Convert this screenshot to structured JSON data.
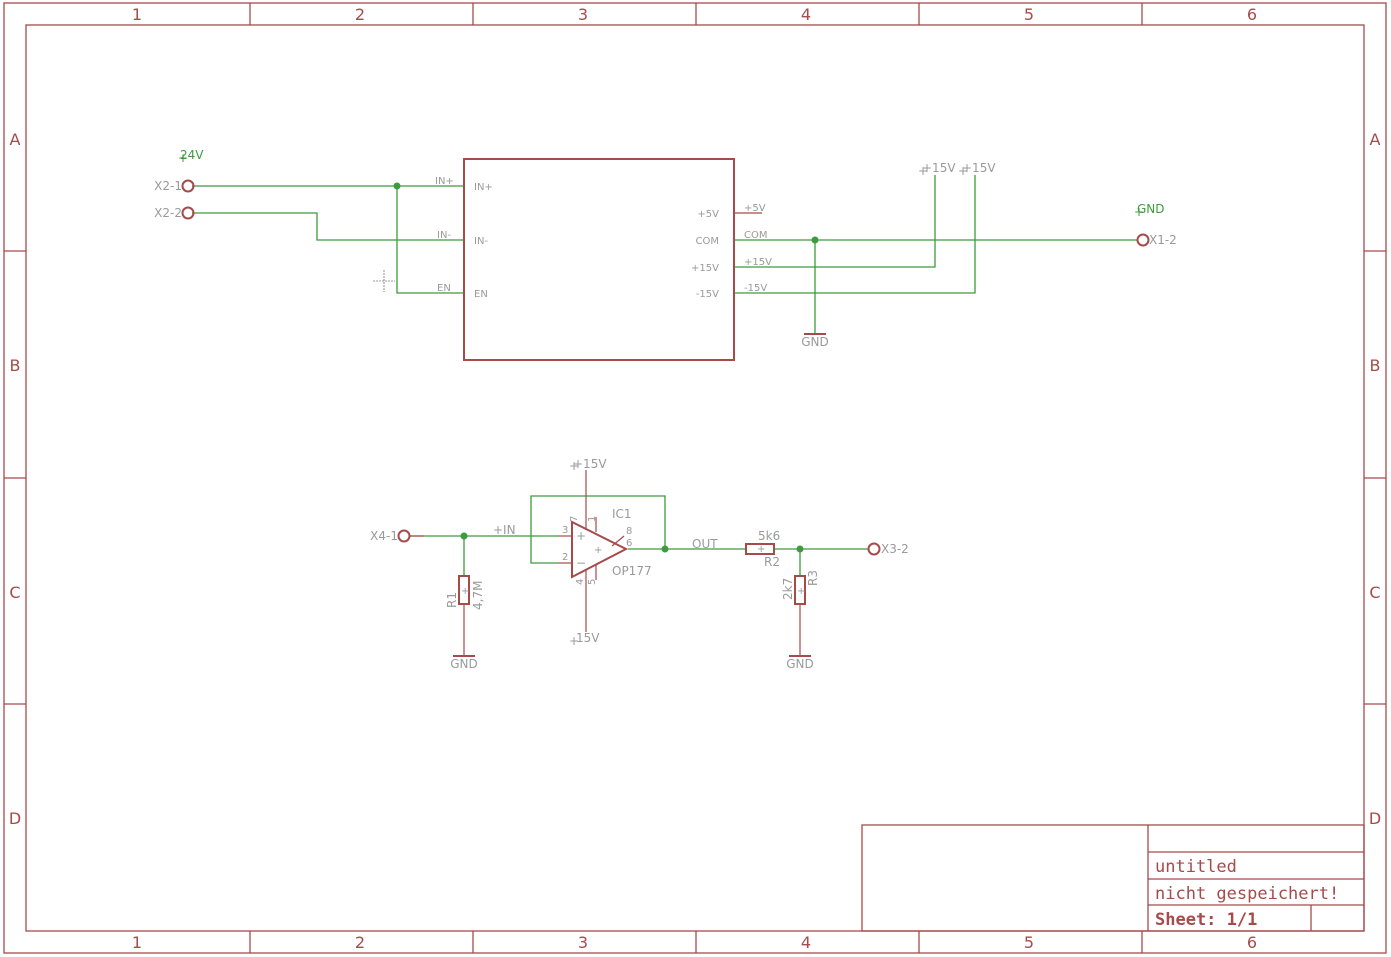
{
  "frame": {
    "columns": [
      "1",
      "2",
      "3",
      "4",
      "5",
      "6"
    ],
    "rows": [
      "A",
      "B",
      "C",
      "D"
    ]
  },
  "title_block": {
    "name": "untitled",
    "status": "nicht gespeichert!",
    "sheet": "Sheet: 1/1"
  },
  "power_module": {
    "supply_24v": "24V",
    "conn_in_pos": "X2-1",
    "conn_in_neg": "X2-2",
    "conn_gnd": "X1-2",
    "gnd_flag": "GND",
    "gnd_symbol": "GND",
    "rail_p15_a": "+15V",
    "rail_p15_b": "+15V",
    "pins_left": {
      "in_pos_pad": "IN+",
      "in_pos": "IN+",
      "in_neg_pad": "IN-",
      "in_neg": "IN-",
      "en_pad": "EN",
      "en": "EN"
    },
    "pins_right": {
      "p5": "+5V",
      "p5_pad": "+5V",
      "com": "COM",
      "com_pad": "COM",
      "p15": "+15V",
      "p15_pad": "+15V",
      "n15": "-15V",
      "n15_pad": "-15V"
    }
  },
  "amplifier": {
    "ic_name": "IC1",
    "ic_value": "OP177",
    "pin_numbers": {
      "p7": "7",
      "p1": "1",
      "p8": "8",
      "p3": "3",
      "p2": "2",
      "p6": "6",
      "p4": "4",
      "p5": "5"
    },
    "rail_top": "+15V",
    "rail_bottom": "15V",
    "input_conn": "X4-1",
    "output_conn": "X3-2",
    "net_in": "+IN",
    "net_out": "OUT",
    "r1_name": "R1",
    "r1_value": "4,7M",
    "r2_name": "R2",
    "r2_value": "5k6",
    "r3_name": "R3",
    "r3_value": "2k7",
    "gnd_left": "GND",
    "gnd_right": "GND"
  }
}
